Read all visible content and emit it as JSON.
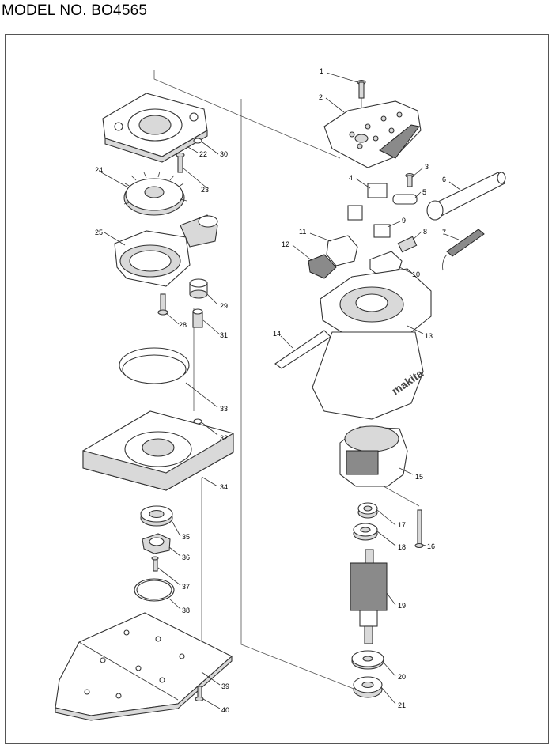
{
  "header": {
    "title": "MODEL NO. BO4565"
  },
  "parts": [
    {
      "no": "1"
    },
    {
      "no": "2"
    },
    {
      "no": "3"
    },
    {
      "no": "4"
    },
    {
      "no": "5"
    },
    {
      "no": "6"
    },
    {
      "no": "7"
    },
    {
      "no": "8"
    },
    {
      "no": "9"
    },
    {
      "no": "10"
    },
    {
      "no": "11"
    },
    {
      "no": "12"
    },
    {
      "no": "13"
    },
    {
      "no": "14"
    },
    {
      "no": "15"
    },
    {
      "no": "16"
    },
    {
      "no": "17"
    },
    {
      "no": "18"
    },
    {
      "no": "19"
    },
    {
      "no": "20"
    },
    {
      "no": "21"
    },
    {
      "no": "22"
    },
    {
      "no": "23"
    },
    {
      "no": "24"
    },
    {
      "no": "25"
    },
    {
      "no": "28"
    },
    {
      "no": "29"
    },
    {
      "no": "30"
    },
    {
      "no": "31"
    },
    {
      "no": "32"
    },
    {
      "no": "33"
    },
    {
      "no": "34"
    },
    {
      "no": "35"
    },
    {
      "no": "36"
    },
    {
      "no": "37"
    },
    {
      "no": "38"
    },
    {
      "no": "39"
    },
    {
      "no": "40"
    }
  ],
  "brand_mark": "makita"
}
